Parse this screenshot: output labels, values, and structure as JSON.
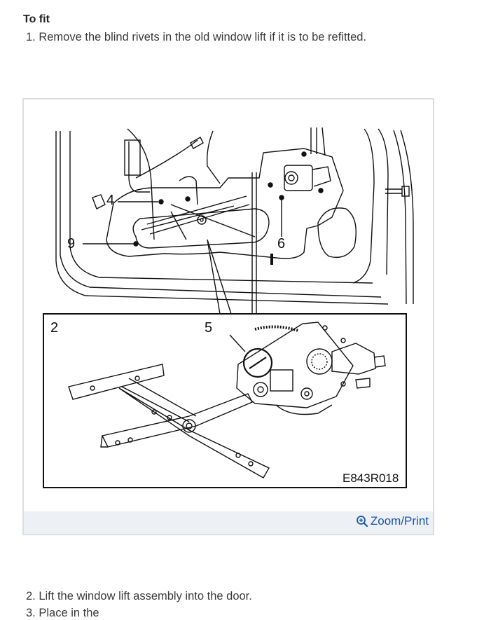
{
  "section": {
    "heading": "To fit"
  },
  "steps": [
    "1. Remove the blind rivets in the old window lift if it is to be refitted.",
    "2. Lift the window lift assembly into the door.",
    "3. Place in the"
  ],
  "figure": {
    "callouts": {
      "c4": "4",
      "c9": "9",
      "c6": "6",
      "c2": "2",
      "c5": "5"
    },
    "code": "E843R018",
    "zoom_label": "Zoom/Print",
    "zoom_icon": "zoom-in-icon"
  }
}
